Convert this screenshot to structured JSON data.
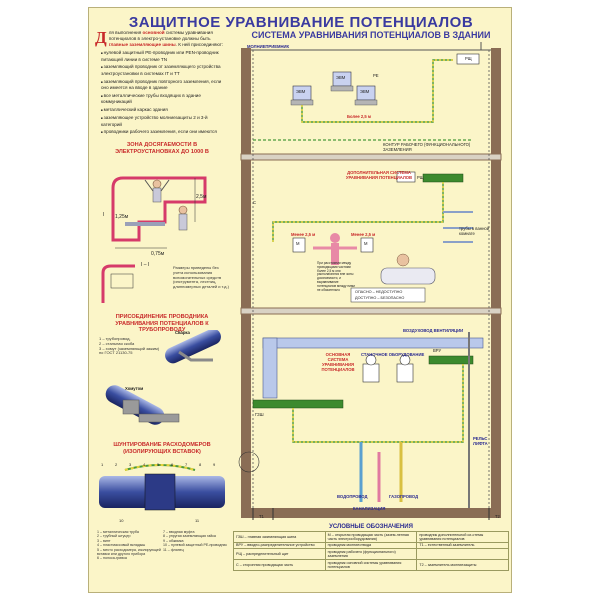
{
  "title": "ЗАЩИТНОЕ УРАВНИВАНИЕ ПОТЕНЦИАЛОВ",
  "intro": {
    "dropcap": "Д",
    "text_before": "ля выполнения",
    "highlight1": "основной",
    "text_mid": "системы уравнивания потенциалов в электро-установке должны быть",
    "highlight2": "главные заземляющие шины",
    "text_after": ". К ней присоединяют:",
    "items": [
      "нулевой защитный PE-проводник или PEN-проводник питающей линии в системе TN",
      "заземляющий проводник от заземляющего устройства электроустановки в системах IT и TT",
      "заземляющий проводник повторного заземления, если оно имеется на вводе в здание",
      "все металлические трубы входящих в здание коммуникаций",
      "металлический каркас здания",
      "заземляющее устройство молниезащиты 2 и 3-й категорий",
      "проводники рабочего заземления, если они имеются"
    ]
  },
  "zone": {
    "title": "ЗОНА ДОСЯГАЕМОСТИ В ЭЛЕКТРОУСТАНОВКАХ ДО 1000 В",
    "d1": "2,5м",
    "d2": "1,25м",
    "d3": "0,75м",
    "section": "I – I",
    "mark": "I",
    "note": "Размеры приведены без учета использования вспомогательных средств (инструмента, лестниц, длинномерных деталей и т.д.)"
  },
  "pipe_section": {
    "title": "ПРИСОЕДИНЕНИЕ ПРОВОДНИКА УРАВНИВАНИЯ ПОТЕНЦИАЛОВ К ТРУБОПРОВОДУ",
    "legend": [
      "1 – трубопровод,",
      "2 – стальная скоба",
      "3 – хомут (заземляющий зажим) по ГОСТ 21130-75"
    ],
    "label_weld": "Сварка",
    "label_clamp": "Хомутом"
  },
  "meter_section": {
    "title": "ШУНТИРОВАНИЕ РАСХОДОМЕРОВ (ИЗОЛИРУЮЩИХ ВСТАВОК)",
    "legend_left": [
      "1 – металлическая труба",
      "2 – трубный штуцер",
      "3 – винт",
      "4 – пластмассовый вкладыш",
      "5 – место расходомера, изолирующей вставки или другого прибора",
      "6 – полоса-гривка"
    ],
    "legend_right": [
      "7 – вводная муфта",
      "8 – упругая заземляющая гайка",
      "9 – обжимка",
      "10 – нулевой защитный PE-проводник",
      "11 – фланец"
    ],
    "numbers": [
      "1",
      "2",
      "3",
      "4",
      "5",
      "6",
      "7",
      "8",
      "9",
      "10",
      "11"
    ]
  },
  "building": {
    "title": "СИСТЕМА УРАВНИВАНИЯ ПОТЕНЦИАЛОВ В ЗДАНИИ",
    "lightning": "МОЛНИЕПРИЕМНИК",
    "rsch": "РЩ",
    "evm": "ЭВМ",
    "pe": "PE",
    "more25": "Более 2,5 м",
    "less25": "Менее 2,5 м",
    "contour": "КОНТУР РАБОЧЕГО (ФУНКЦИОНАЛЬНОГО) ЗАЗЕМЛЕНИЯ",
    "extra": "ДОПОЛНИТЕЛЬНАЯ СИСТЕМА УРАВНИВАНИЯ ПОТЕНЦИАЛОВ",
    "pipes": "трубы в ванной комнате",
    "m": "М",
    "danger": "ОПАСНО – НЕДОСТУПНО",
    "safe": "ДОСТУПНО – БЕЗОПАСНО",
    "note": "При расстоянии между проводящими частями более 2,5 м они располагаются вне зоны досягаемости, и выравнивание потенциалов между ними не обязательно",
    "duct": "ВОЗДУХОВОД ВЕНТИЛЯЦИИ",
    "main": "ОСНОВНАЯ СИСТЕМА УРАВНИВАНИЯ ПОТЕНЦИАЛОВ",
    "machines": "СТАНОЧНОЕ ОБОРУДОВАНИЕ",
    "vru": "ВРУ",
    "gzsh": "ГЗШ",
    "rail": "РЕЛЬС ЛИФТА",
    "water": "ВОДОПРОВОД",
    "gas": "ГАЗОПРОВОД",
    "sewer": "КАНАЛИЗАЦИЯ",
    "t1": "T1",
    "t2": "T2",
    "c": "С"
  },
  "legend": {
    "title": "УСЛОВНЫЕ ОБОЗНАЧЕНИЯ",
    "rows": [
      [
        "ГЗШ – главная заземляющая шина",
        "М – открытая проводящая часть (зазем-ленная часть электрооборудования)",
        "проводник дополнительной си-стемы уравнивания потенциалов"
      ],
      [
        "ВРУ – вводно-распределительное устройство",
        "проводник молниеотвода",
        "T1 – естественный заземлитель"
      ],
      [
        "РЩ – распределительный щит",
        "проводник рабочего (функционального) заземления",
        ""
      ],
      [
        "С – сторонняя проводящая часть",
        "проводник основной системы уравнивания потенциалов",
        "T2 – заземлитель молниезащиты"
      ]
    ]
  },
  "colors": {
    "poster_bg": "#fbf5c8",
    "title": "#3a3aa0",
    "accent_red": "#c82a2a",
    "pe_green": "#4a9a3a",
    "pe_yellow": "#e6d23a",
    "bus_green": "#3c8a2e",
    "wall_brown": "#8a6d55"
  }
}
